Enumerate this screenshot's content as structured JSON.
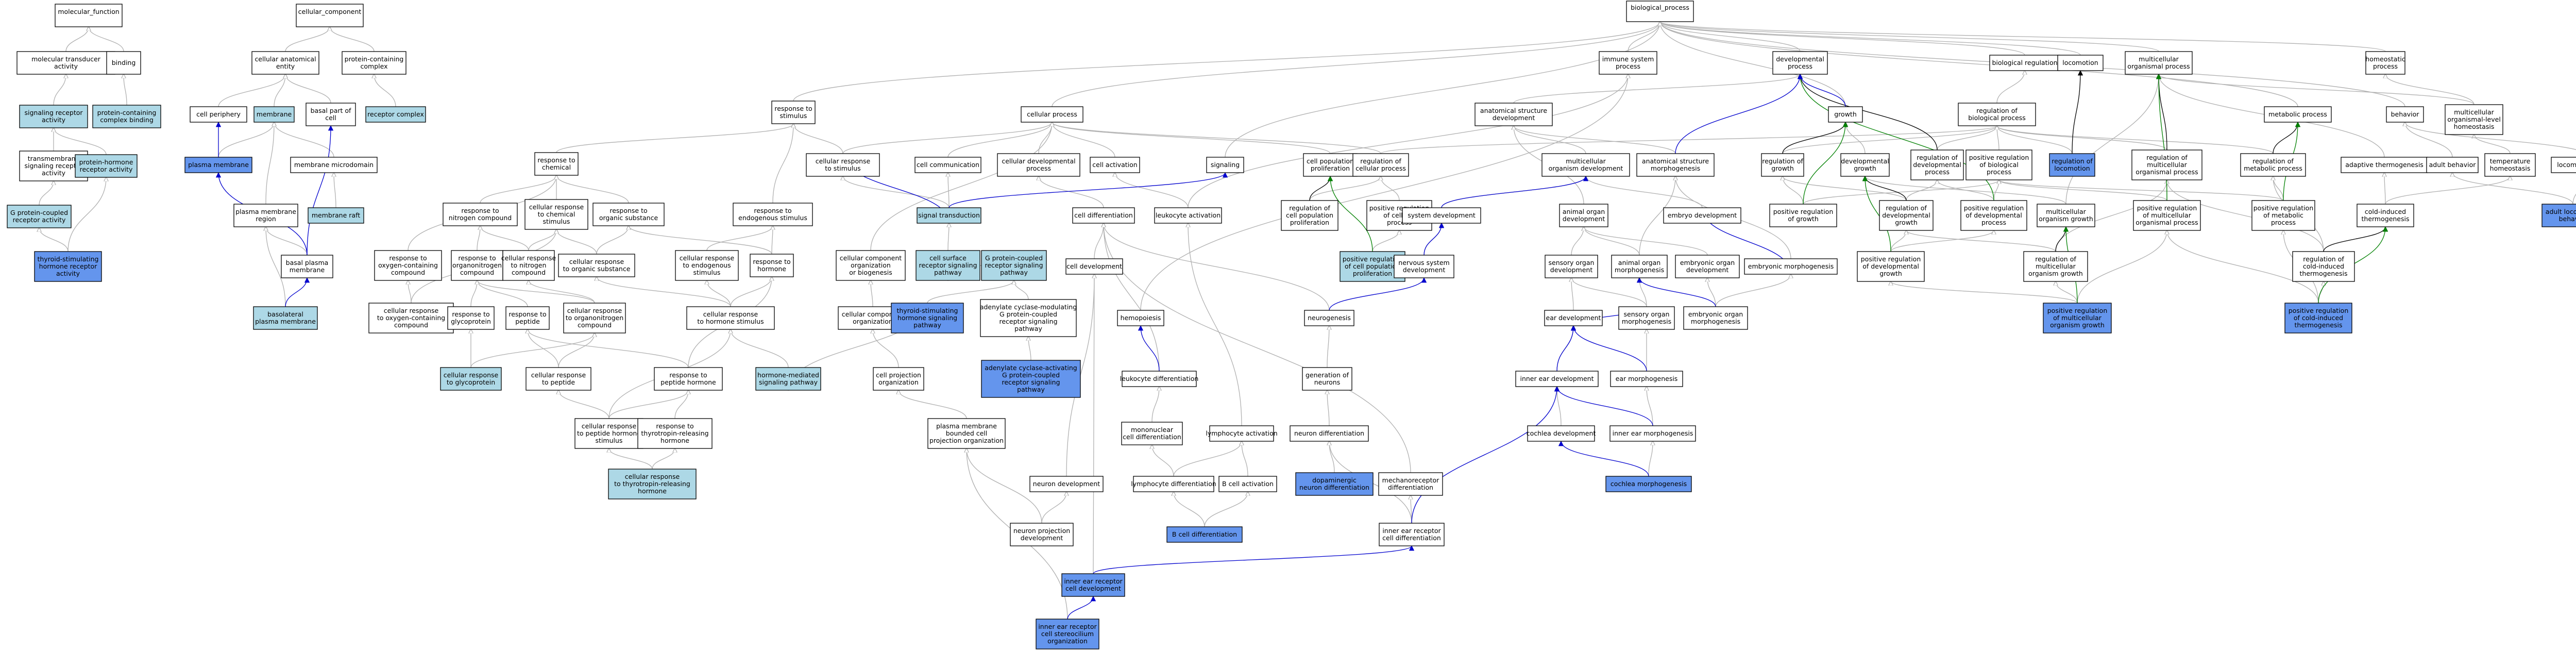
{
  "colors": {
    "white": "#ffffff",
    "light": "#add8e6",
    "blue": "#6495ed",
    "edge_isa": "#b0b0b0",
    "edge_regulates": "#000000",
    "edge_positive": "#008000",
    "edge_partof": "#0000cd"
  },
  "nodes": [
    {
      "id": "mf",
      "lines": [
        "molecular_function",
        " "
      ],
      "fill": "white"
    },
    {
      "id": "cc",
      "lines": [
        "cellular_component",
        " "
      ],
      "fill": "white"
    },
    {
      "id": "bp",
      "lines": [
        "biological_process",
        " "
      ],
      "fill": "white"
    },
    {
      "id": "mta",
      "lines": [
        "molecular transducer",
        "activity"
      ],
      "fill": "white"
    },
    {
      "id": "binding",
      "lines": [
        "binding"
      ],
      "fill": "white"
    },
    {
      "id": "sra",
      "lines": [
        "signaling receptor",
        "activity"
      ],
      "fill": "light"
    },
    {
      "id": "pccb",
      "lines": [
        "protein-containing",
        "complex binding"
      ],
      "fill": "light"
    },
    {
      "id": "tsra",
      "lines": [
        "transmembrane",
        "signaling receptor",
        "activity"
      ],
      "fill": "white"
    },
    {
      "id": "phra",
      "lines": [
        "protein-hormone",
        "receptor activity"
      ],
      "fill": "light"
    },
    {
      "id": "gpcra",
      "lines": [
        "G protein-coupled",
        "receptor activity"
      ],
      "fill": "light"
    },
    {
      "id": "tshra",
      "lines": [
        "thyroid-stimulating",
        "hormone receptor",
        "activity"
      ],
      "fill": "blue"
    },
    {
      "id": "cae",
      "lines": [
        "cellular anatomical",
        "entity"
      ],
      "fill": "white"
    },
    {
      "id": "pcc",
      "lines": [
        "protein-containing",
        "complex"
      ],
      "fill": "white"
    },
    {
      "id": "cperiph",
      "lines": [
        "cell periphery"
      ],
      "fill": "white"
    },
    {
      "id": "membrane",
      "lines": [
        "membrane"
      ],
      "fill": "light"
    },
    {
      "id": "bpoc",
      "lines": [
        "basal part of",
        "cell"
      ],
      "fill": "white"
    },
    {
      "id": "rcomplex",
      "lines": [
        "receptor complex"
      ],
      "fill": "light"
    },
    {
      "id": "pm",
      "lines": [
        "plasma membrane"
      ],
      "fill": "blue"
    },
    {
      "id": "mmd",
      "lines": [
        "membrane microdomain"
      ],
      "fill": "white"
    },
    {
      "id": "pmr",
      "lines": [
        "plasma membrane",
        "region"
      ],
      "fill": "white"
    },
    {
      "id": "raft",
      "lines": [
        "membrane raft"
      ],
      "fill": "light"
    },
    {
      "id": "bpm",
      "lines": [
        "basal plasma",
        "membrane"
      ],
      "fill": "white"
    },
    {
      "id": "blpm",
      "lines": [
        "basolateral",
        "plasma membrane"
      ],
      "fill": "light"
    },
    {
      "id": "rts",
      "lines": [
        "response to",
        "stimulus"
      ],
      "fill": "white"
    },
    {
      "id": "rtc",
      "lines": [
        "response to",
        "chemical"
      ],
      "fill": "white"
    },
    {
      "id": "rtnc",
      "lines": [
        "response to",
        "nitrogen compound"
      ],
      "fill": "white"
    },
    {
      "id": "crcs",
      "lines": [
        "cellular response",
        "to chemical",
        "stimulus"
      ],
      "fill": "white"
    },
    {
      "id": "rtos",
      "lines": [
        "response to",
        "organic substance"
      ],
      "fill": "white"
    },
    {
      "id": "rtes",
      "lines": [
        "response to",
        "endogenous stimulus"
      ],
      "fill": "white"
    },
    {
      "id": "rtocc",
      "lines": [
        "response to",
        "oxygen-containing",
        "compound"
      ],
      "fill": "white"
    },
    {
      "id": "rtonc",
      "lines": [
        "response to",
        "organonitrogen",
        "compound"
      ],
      "fill": "white"
    },
    {
      "id": "crnc",
      "lines": [
        "cellular response",
        "to nitrogen",
        "compound"
      ],
      "fill": "white"
    },
    {
      "id": "cros",
      "lines": [
        "cellular response",
        "to organic substance"
      ],
      "fill": "white"
    },
    {
      "id": "cres",
      "lines": [
        "cellular response",
        "to endogenous",
        "stimulus"
      ],
      "fill": "white"
    },
    {
      "id": "rth",
      "lines": [
        "response to",
        "hormone"
      ],
      "fill": "white"
    },
    {
      "id": "crocc",
      "lines": [
        "cellular response",
        "to oxygen-containing",
        "compound"
      ],
      "fill": "white"
    },
    {
      "id": "rtgp",
      "lines": [
        "response to",
        "glycoprotein"
      ],
      "fill": "white"
    },
    {
      "id": "rtpep",
      "lines": [
        "response to",
        "peptide"
      ],
      "fill": "white"
    },
    {
      "id": "cronc",
      "lines": [
        "cellular response",
        "to organonitrogen",
        "compound"
      ],
      "fill": "white"
    },
    {
      "id": "crhs",
      "lines": [
        "cellular response",
        "to hormone stimulus"
      ],
      "fill": "white"
    },
    {
      "id": "crgp",
      "lines": [
        "cellular response",
        "to glycoprotein"
      ],
      "fill": "light"
    },
    {
      "id": "crpep",
      "lines": [
        "cellular response",
        "to peptide"
      ],
      "fill": "white"
    },
    {
      "id": "rtphs",
      "lines": [
        "response to",
        "peptide hormone"
      ],
      "fill": "white"
    },
    {
      "id": "hmsp",
      "lines": [
        "hormone-mediated",
        "signaling pathway"
      ],
      "fill": "light"
    },
    {
      "id": "crphs",
      "lines": [
        "cellular response",
        "to peptide hormone",
        "stimulus"
      ],
      "fill": "white"
    },
    {
      "id": "rtthrh",
      "lines": [
        "response to",
        "thyrotropin-releasing",
        "hormone"
      ],
      "fill": "white"
    },
    {
      "id": "crthrh",
      "lines": [
        "cellular response",
        "to thyrotropin-releasing",
        "hormone"
      ],
      "fill": "light"
    },
    {
      "id": "cp",
      "lines": [
        "cellular process"
      ],
      "fill": "white"
    },
    {
      "id": "crts",
      "lines": [
        "cellular response",
        "to stimulus"
      ],
      "fill": "white"
    },
    {
      "id": "ccomm",
      "lines": [
        "cell communication"
      ],
      "fill": "white"
    },
    {
      "id": "cdp",
      "lines": [
        "cellular developmental",
        "process"
      ],
      "fill": "white"
    },
    {
      "id": "cact",
      "lines": [
        "cell activation"
      ],
      "fill": "white"
    },
    {
      "id": "signaling",
      "lines": [
        "signaling"
      ],
      "fill": "white"
    },
    {
      "id": "st",
      "lines": [
        "signal transduction"
      ],
      "fill": "light"
    },
    {
      "id": "ccob",
      "lines": [
        "cellular component",
        "organization",
        "or biogenesis"
      ],
      "fill": "white"
    },
    {
      "id": "csrsp",
      "lines": [
        "cell surface",
        "receptor signaling",
        "pathway"
      ],
      "fill": "light"
    },
    {
      "id": "gpcrsp",
      "lines": [
        "G protein-coupled",
        "receptor signaling",
        "pathway"
      ],
      "fill": "light"
    },
    {
      "id": "cco",
      "lines": [
        "cellular component",
        "organization"
      ],
      "fill": "white"
    },
    {
      "id": "tshsp",
      "lines": [
        "thyroid-stimulating",
        "hormone signaling",
        "pathway"
      ],
      "fill": "blue"
    },
    {
      "id": "acmod",
      "lines": [
        "adenylate cyclase-modulating",
        "G protein-coupled",
        "receptor signaling",
        "pathway"
      ],
      "fill": "white"
    },
    {
      "id": "cpo",
      "lines": [
        "cell projection",
        "organization"
      ],
      "fill": "white"
    },
    {
      "id": "acact",
      "lines": [
        "adenylate cyclase-activating",
        "G protein-coupled",
        "receptor signaling",
        "pathway"
      ],
      "fill": "blue"
    },
    {
      "id": "pmbcpo",
      "lines": [
        "plasma membrane",
        "bounded cell",
        "projection organization"
      ],
      "fill": "white"
    },
    {
      "id": "cdiff",
      "lines": [
        "cell differentiation"
      ],
      "fill": "white"
    },
    {
      "id": "leuact",
      "lines": [
        "leukocyte activation"
      ],
      "fill": "white"
    },
    {
      "id": "cdev",
      "lines": [
        "cell development"
      ],
      "fill": "white"
    },
    {
      "id": "hemo",
      "lines": [
        "hemopoiesis"
      ],
      "fill": "white"
    },
    {
      "id": "leudiff",
      "lines": [
        "leukocyte differentiation"
      ],
      "fill": "white"
    },
    {
      "id": "mononuc",
      "lines": [
        "mononuclear",
        "cell differentiation"
      ],
      "fill": "white"
    },
    {
      "id": "lymact",
      "lines": [
        "lymphocyte activation"
      ],
      "fill": "white"
    },
    {
      "id": "lymdiff",
      "lines": [
        "lymphocyte differentiation"
      ],
      "fill": "white"
    },
    {
      "id": "bact",
      "lines": [
        "B cell activation"
      ],
      "fill": "white"
    },
    {
      "id": "bdiff",
      "lines": [
        "B cell differentiation"
      ],
      "fill": "blue"
    },
    {
      "id": "ndev",
      "lines": [
        "neuron development"
      ],
      "fill": "white"
    },
    {
      "id": "npd",
      "lines": [
        "neuron projection",
        "development"
      ],
      "fill": "white"
    },
    {
      "id": "iercd",
      "lines": [
        "inner ear receptor",
        "cell development"
      ],
      "fill": "blue"
    },
    {
      "id": "iercso",
      "lines": [
        "inner ear receptor",
        "cell stereocilium",
        "organization"
      ],
      "fill": "blue"
    },
    {
      "id": "cpp",
      "lines": [
        "cell population",
        "proliferation"
      ],
      "fill": "white"
    },
    {
      "id": "rcp",
      "lines": [
        "regulation of",
        "cellular process"
      ],
      "fill": "white"
    },
    {
      "id": "rcpp",
      "lines": [
        "regulation of",
        "cell population",
        "proliferation"
      ],
      "fill": "white"
    },
    {
      "id": "prcp",
      "lines": [
        "positive regulation",
        "of cellular",
        "process"
      ],
      "fill": "white"
    },
    {
      "id": "prcpp",
      "lines": [
        "positive regulation",
        "of cell population",
        "proliferation"
      ],
      "fill": "light"
    },
    {
      "id": "asd",
      "lines": [
        "anatomical structure",
        "development"
      ],
      "fill": "white"
    },
    {
      "id": "isp",
      "lines": [
        "immune system",
        "process"
      ],
      "fill": "white"
    },
    {
      "id": "devp",
      "lines": [
        "developmental",
        "process"
      ],
      "fill": "white"
    },
    {
      "id": "breg",
      "lines": [
        "biological regulation"
      ],
      "fill": "white"
    },
    {
      "id": "loco",
      "lines": [
        "locomotion"
      ],
      "fill": "white"
    },
    {
      "id": "mop",
      "lines": [
        "multicellular",
        "organismal process"
      ],
      "fill": "white"
    },
    {
      "id": "homeo",
      "lines": [
        "homeostatic",
        "process"
      ],
      "fill": "white"
    },
    {
      "id": "growth",
      "lines": [
        "growth"
      ],
      "fill": "white"
    },
    {
      "id": "rbp",
      "lines": [
        "regulation of",
        "biological process"
      ],
      "fill": "white"
    },
    {
      "id": "metab",
      "lines": [
        "metabolic process"
      ],
      "fill": "white"
    },
    {
      "id": "behavior",
      "lines": [
        "behavior"
      ],
      "fill": "white"
    },
    {
      "id": "molh",
      "lines": [
        "multicellular",
        "organismal-level",
        "homeostasis"
      ],
      "fill": "white"
    },
    {
      "id": "mod",
      "lines": [
        "multicellular",
        "organism development"
      ],
      "fill": "white"
    },
    {
      "id": "asm",
      "lines": [
        "anatomical structure",
        "morphogenesis"
      ],
      "fill": "white"
    },
    {
      "id": "rgrowth",
      "lines": [
        "regulation of",
        "growth"
      ],
      "fill": "white"
    },
    {
      "id": "devgrowth",
      "lines": [
        "developmental",
        "growth"
      ],
      "fill": "white"
    },
    {
      "id": "rdp",
      "lines": [
        "regulation of",
        "developmental",
        "process"
      ],
      "fill": "white"
    },
    {
      "id": "prbp",
      "lines": [
        "positive regulation",
        "of biological",
        "process"
      ],
      "fill": "white"
    },
    {
      "id": "rloco",
      "lines": [
        "regulation of",
        "locomotion"
      ],
      "fill": "blue"
    },
    {
      "id": "rmop",
      "lines": [
        "regulation of",
        "multicellular",
        "organismal process"
      ],
      "fill": "white"
    },
    {
      "id": "rmetab",
      "lines": [
        "regulation of",
        "metabolic process"
      ],
      "fill": "white"
    },
    {
      "id": "athermo",
      "lines": [
        "adaptive thermogenesis"
      ],
      "fill": "white"
    },
    {
      "id": "adbeh",
      "lines": [
        "adult behavior"
      ],
      "fill": "white"
    },
    {
      "id": "temphomeo",
      "lines": [
        "temperature",
        "homeostasis"
      ],
      "fill": "white"
    },
    {
      "id": "locbeh",
      "lines": [
        "locomotory behavior"
      ],
      "fill": "white"
    },
    {
      "id": "sysdev",
      "lines": [
        "system development"
      ],
      "fill": "white"
    },
    {
      "id": "aod",
      "lines": [
        "animal organ",
        "development"
      ],
      "fill": "white"
    },
    {
      "id": "embdev",
      "lines": [
        "embryo development"
      ],
      "fill": "white"
    },
    {
      "id": "prgrowth",
      "lines": [
        "positive regulation",
        "of growth"
      ],
      "fill": "white"
    },
    {
      "id": "rdg",
      "lines": [
        "regulation of",
        "developmental",
        "growth"
      ],
      "fill": "white"
    },
    {
      "id": "prdp",
      "lines": [
        "positive regulation",
        "of developmental",
        "process"
      ],
      "fill": "white"
    },
    {
      "id": "mog",
      "lines": [
        "multicellular",
        "organism growth"
      ],
      "fill": "white"
    },
    {
      "id": "prmop",
      "lines": [
        "positive regulation",
        "of multicellular",
        "organismal process"
      ],
      "fill": "white"
    },
    {
      "id": "prmetab",
      "lines": [
        "positive regulation",
        "of metabolic",
        "process"
      ],
      "fill": "white"
    },
    {
      "id": "cit",
      "lines": [
        "cold-induced",
        "thermogenesis"
      ],
      "fill": "white"
    },
    {
      "id": "albeh",
      "lines": [
        "adult locomotory",
        "behavior"
      ],
      "fill": "blue"
    },
    {
      "id": "nsd",
      "lines": [
        "nervous system",
        "development"
      ],
      "fill": "white"
    },
    {
      "id": "sod",
      "lines": [
        "sensory organ",
        "development"
      ],
      "fill": "white"
    },
    {
      "id": "aom",
      "lines": [
        "animal organ",
        "morphogenesis"
      ],
      "fill": "white"
    },
    {
      "id": "eod",
      "lines": [
        "embryonic organ",
        "development"
      ],
      "fill": "white"
    },
    {
      "id": "emorph",
      "lines": [
        "embryonic morphogenesis"
      ],
      "fill": "white"
    },
    {
      "id": "prdg",
      "lines": [
        "positive regulation",
        "of developmental",
        "growth"
      ],
      "fill": "white"
    },
    {
      "id": "rmog",
      "lines": [
        "regulation of",
        "multicellular",
        "organism growth"
      ],
      "fill": "white"
    },
    {
      "id": "rcit",
      "lines": [
        "regulation of",
        "cold-induced",
        "thermogenesis"
      ],
      "fill": "white"
    },
    {
      "id": "neurogen",
      "lines": [
        "neurogenesis"
      ],
      "fill": "white"
    },
    {
      "id": "eardev",
      "lines": [
        "ear development"
      ],
      "fill": "white"
    },
    {
      "id": "som",
      "lines": [
        "sensory organ",
        "morphogenesis"
      ],
      "fill": "white"
    },
    {
      "id": "eom",
      "lines": [
        "embryonic organ",
        "morphogenesis"
      ],
      "fill": "white"
    },
    {
      "id": "prmog",
      "lines": [
        "positive regulation",
        "of multicellular",
        "organism growth"
      ],
      "fill": "blue"
    },
    {
      "id": "prcit",
      "lines": [
        "positive regulation",
        "of cold-induced",
        "thermogenesis"
      ],
      "fill": "blue"
    },
    {
      "id": "genneu",
      "lines": [
        "generation of",
        "neurons"
      ],
      "fill": "white"
    },
    {
      "id": "ieardev",
      "lines": [
        "inner ear development"
      ],
      "fill": "white"
    },
    {
      "id": "earmorph",
      "lines": [
        "ear morphogenesis"
      ],
      "fill": "white"
    },
    {
      "id": "neudiff",
      "lines": [
        "neuron differentiation"
      ],
      "fill": "white"
    },
    {
      "id": "cochdev",
      "lines": [
        "cochlea development"
      ],
      "fill": "white"
    },
    {
      "id": "iemorph",
      "lines": [
        "inner ear morphogenesis"
      ],
      "fill": "white"
    },
    {
      "id": "dopneu",
      "lines": [
        "dopaminergic",
        "neuron differentiation"
      ],
      "fill": "blue"
    },
    {
      "id": "mechdiff",
      "lines": [
        "mechanoreceptor",
        "differentiation"
      ],
      "fill": "white"
    },
    {
      "id": "cochmorph",
      "lines": [
        "cochlea morphogenesis"
      ],
      "fill": "blue"
    },
    {
      "id": "iercdiff",
      "lines": [
        "inner ear receptor",
        "cell differentiation"
      ],
      "fill": "white"
    }
  ]
}
